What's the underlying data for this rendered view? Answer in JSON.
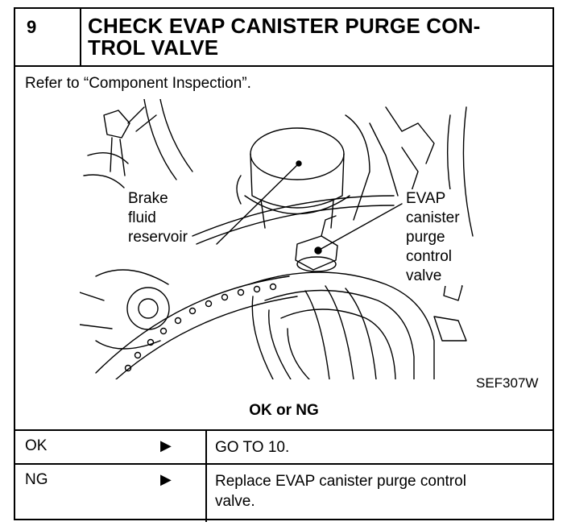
{
  "step": {
    "number": "9",
    "title_line1": "CHECK EVAP CANISTER PURGE CON-",
    "title_line2": "TROL VALVE"
  },
  "instruction": "Refer to “Component Inspection”.",
  "illustration": {
    "label_brake": [
      "Brake",
      "fluid",
      "reservoir"
    ],
    "label_evap": [
      "EVAP",
      "canister",
      "purge",
      "control",
      "valve"
    ],
    "figure_code": "SEF307W"
  },
  "result_header": "OK or NG",
  "results": [
    {
      "label": "OK",
      "arrow": "▶",
      "action_lines": [
        "GO TO 10."
      ]
    },
    {
      "label": "NG",
      "arrow": "▶",
      "action_lines": [
        "Replace EVAP canister purge control",
        "valve."
      ]
    }
  ]
}
